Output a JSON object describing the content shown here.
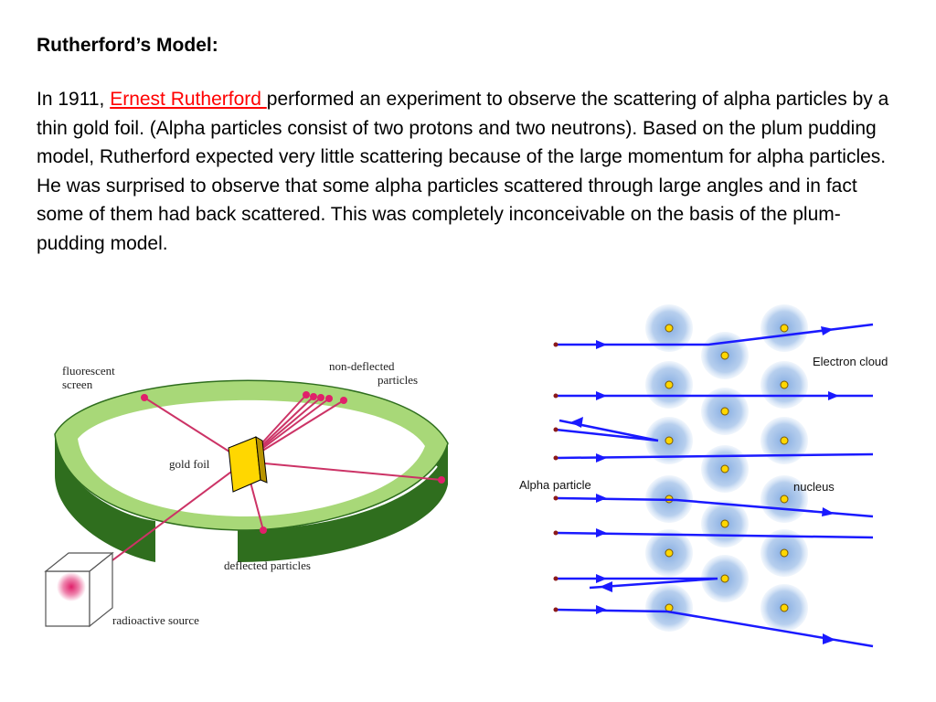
{
  "heading": "Rutherford’s Model:",
  "paragraph": {
    "before_link": "In 1911, ",
    "link_text": "Ernest Rutherford ",
    "after_link": "performed an experiment to observe the scattering of alpha particles by a thin gold foil. (Alpha particles consist of two protons and two neutrons). Based on the plum pudding model, Rutherford expected very little scattering because of the large momentum for alpha particles. He was surprised to observe that some alpha particles scattered through large angles and in fact some of them had back scattered. This was completely inconceivable on the basis of the plum-pudding model."
  },
  "left_figure": {
    "labels": {
      "fluorescent_line1": "fluorescent",
      "fluorescent_line2": "screen",
      "nondeflected_line1": "non-deflected",
      "nondeflected_line2": "particles",
      "gold_foil": "gold foil",
      "deflected": "deflected particles",
      "source": "radioactive source"
    },
    "colors": {
      "screen_top": "#a8d878",
      "screen_side": "#2f6e1e",
      "foil": "#ffd700",
      "beam": "#cc3366",
      "source_glow": "#e0206a"
    }
  },
  "right_figure": {
    "labels": {
      "electron_cloud": "Electron cloud",
      "alpha_particle": "Alpha particle",
      "nucleus": "nucleus"
    },
    "colors": {
      "cloud": "#7fa8e0",
      "nucleus": "#ffd700",
      "track": "#1a1aff",
      "dot": "#8b1a1a"
    }
  }
}
